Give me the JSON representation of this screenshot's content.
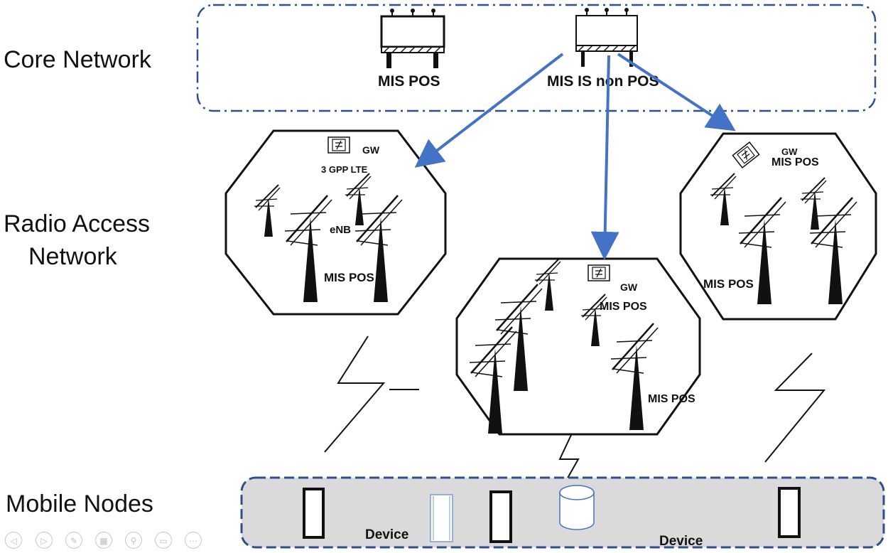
{
  "layers": {
    "core": "Core Network",
    "radio_line1": "Radio Access",
    "radio_line2": "Network",
    "mobile": "Mobile Nodes"
  },
  "core_network": {
    "server_left": "MIS POS",
    "server_right": "MIS IS non POS"
  },
  "cell_left": {
    "gw": "GW",
    "tech": "3 GPP LTE",
    "enb": "eNB",
    "pos": "MIS POS"
  },
  "cell_center": {
    "gw": "GW",
    "pos_top": "MIS POS",
    "pos_bottom": "MIS POS"
  },
  "cell_right": {
    "gw": "GW",
    "pos_top": "MIS POS",
    "pos_bottom": "MIS POS"
  },
  "mobile_nodes": {
    "device_left": "Device",
    "device_right": "Device"
  },
  "colors": {
    "accent_blue": "#4472C4",
    "frame_blue": "#2F4F8F",
    "mobile_fill": "#DADADA"
  },
  "controls": [
    "previous-icon",
    "next-icon",
    "pen-icon",
    "slides-icon",
    "zoom-icon",
    "subtitles-icon",
    "more-icon"
  ]
}
